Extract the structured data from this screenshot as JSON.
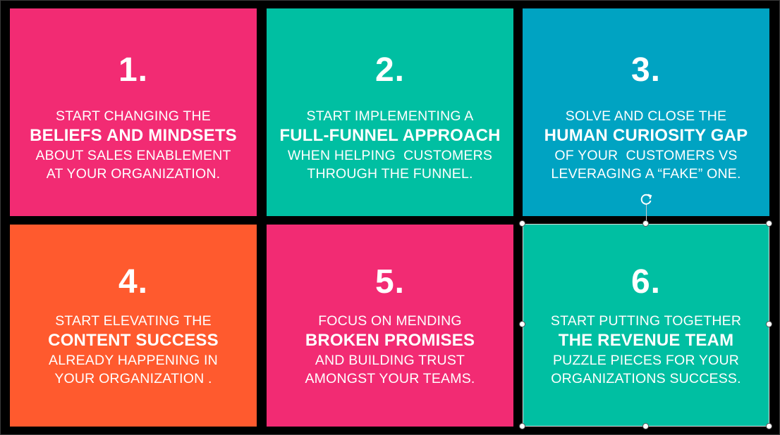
{
  "cards": [
    {
      "number": "1.",
      "lines": [
        "START CHANGING THE",
        "BELIEFS AND MINDSETS",
        "ABOUT SALES ENABLEMENT",
        "AT YOUR ORGANIZATION."
      ],
      "color": "#f22b73"
    },
    {
      "number": "2.",
      "lines": [
        "START IMPLEMENTING A",
        "FULL-FUNNEL APPROACH",
        "WHEN HELPING  CUSTOMERS",
        "THROUGH THE FUNNEL."
      ],
      "color": "#00bfa2"
    },
    {
      "number": "3.",
      "lines": [
        "SOLVE AND CLOSE THE",
        "HUMAN CURIOSITY GAP",
        "OF YOUR  CUSTOMERS VS",
        "LEVERAGING A “FAKE” ONE."
      ],
      "color": "#00a3c2"
    },
    {
      "number": "4.",
      "lines": [
        "START ELEVATING THE",
        "CONTENT SUCCESS",
        "ALREADY HAPPENING IN",
        "YOUR ORGANIZATION ."
      ],
      "color": "#ff5a2e"
    },
    {
      "number": "5.",
      "lines": [
        "FOCUS ON MENDING",
        "BROKEN PROMISES",
        "AND BUILDING TRUST",
        "AMONGST YOUR TEAMS."
      ],
      "color": "#f22b73"
    },
    {
      "number": "6.",
      "lines": [
        "START PUTTING TOGETHER",
        "THE REVENUE TEAM",
        "PUZZLE PIECES FOR YOUR",
        "ORGANIZATIONS SUCCESS."
      ],
      "color": "#00bfa2"
    }
  ],
  "selection": {
    "rotate_icon": "rotate-icon"
  }
}
